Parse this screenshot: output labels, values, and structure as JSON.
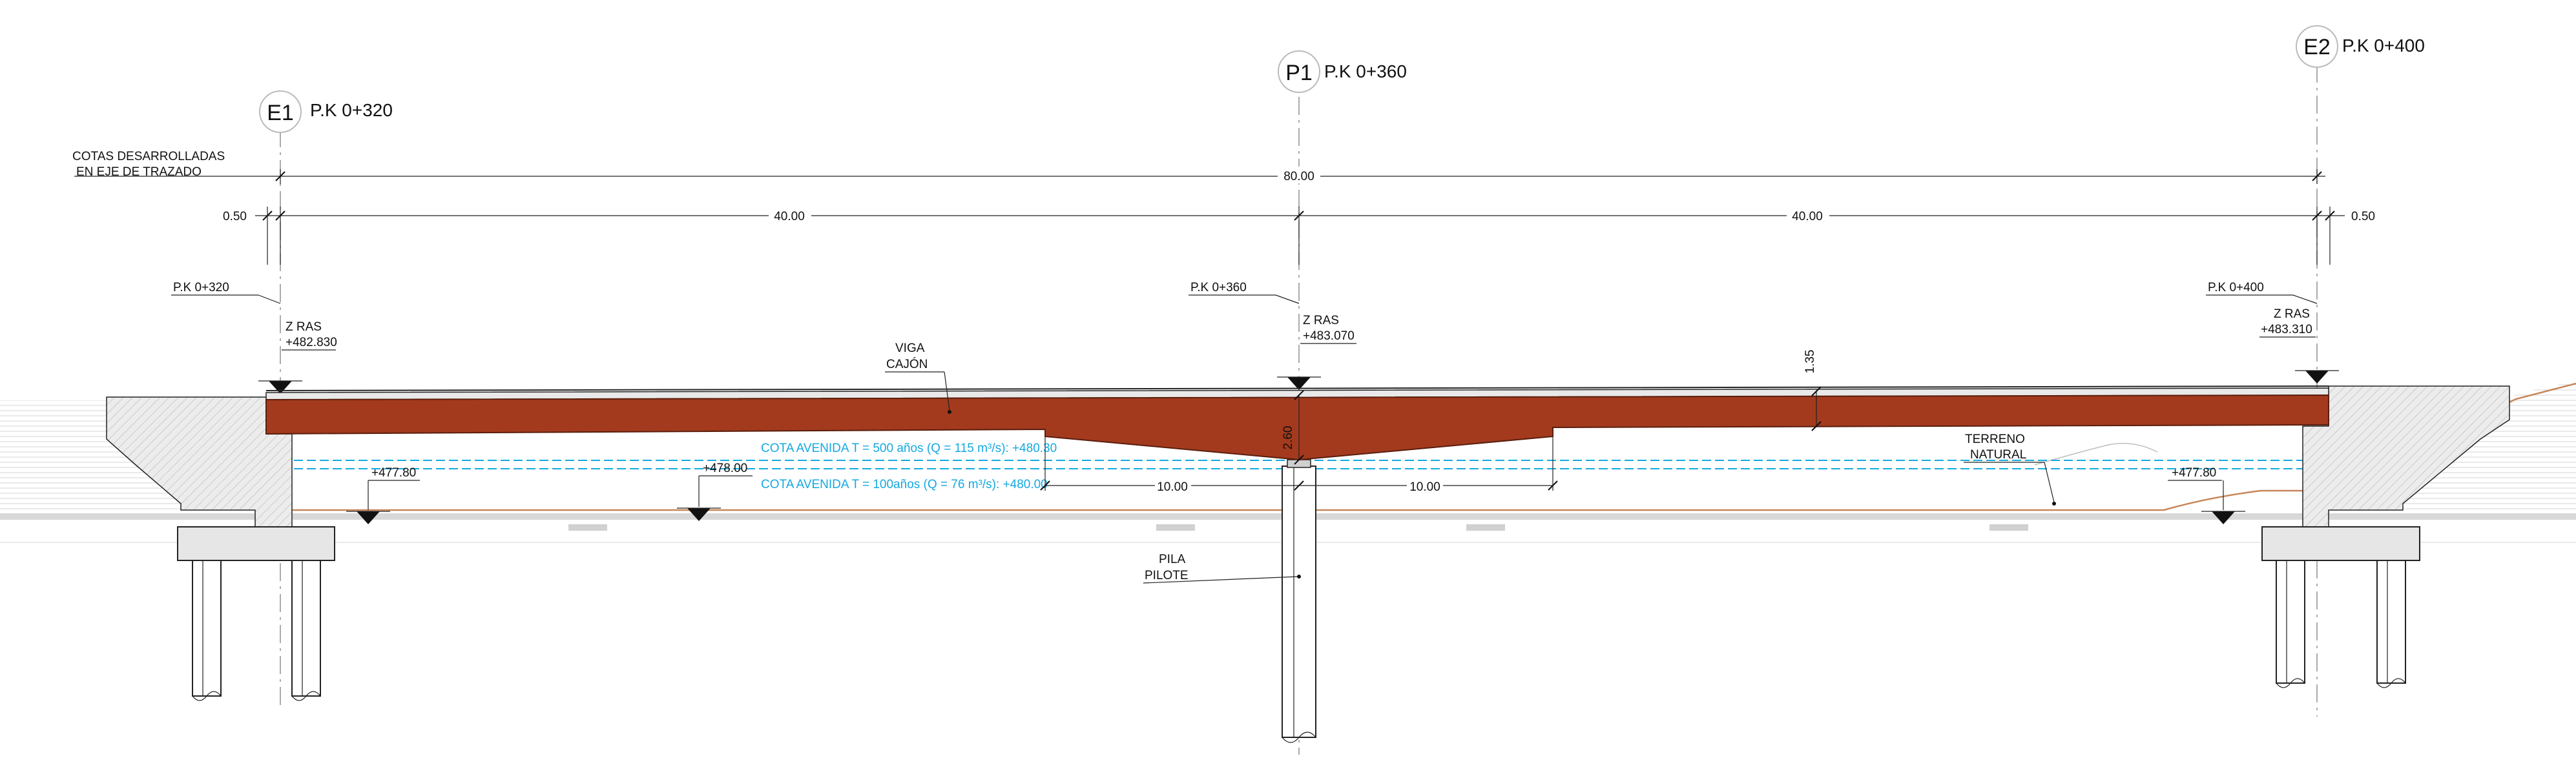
{
  "axes": [
    {
      "id": "E1",
      "pk": "P.K 0+320"
    },
    {
      "id": "P1",
      "pk": "P.K 0+360"
    },
    {
      "id": "E2",
      "pk": "P.K 0+400"
    }
  ],
  "dimension_title": [
    "COTAS DESARROLLADAS",
    "EN EJE DE TRAZADO"
  ],
  "dimensions": {
    "total": "80.00",
    "span_left": "40.00",
    "span_right": "40.00",
    "edge_left": "0.50",
    "edge_right": "0.50",
    "haunch_left": "10.00",
    "haunch_right": "10.00",
    "depth_max": "2.60",
    "depth_min": "1.35"
  },
  "pk_markers": [
    "P.K 0+320",
    "P.K 0+360",
    "P.K 0+400"
  ],
  "zras": [
    {
      "label": "Z RAS",
      "value": "+482.830"
    },
    {
      "label": "Z RAS",
      "value": "+483.070"
    },
    {
      "label": "Z RAS",
      "value": "+483.310"
    }
  ],
  "beam_label": [
    "VIGA",
    "CAJÓN"
  ],
  "terrain_label": [
    "TERRENO",
    "NATURAL"
  ],
  "pile_label": [
    "PILA",
    "PILOTE"
  ],
  "flood_levels": [
    "COTA AVENIDA T = 500 años (Q = 115 m³/s): +480.30",
    "COTA AVENIDA T = 100años (Q = 76 m³/s): +480.00"
  ],
  "ground_levels": [
    "+477.80",
    "+478.00",
    "+477.80"
  ],
  "colors": {
    "beam": "#a33a1e",
    "flood": "#14a9e0",
    "terrain": "#c7865a",
    "concrete": "#dcdcdc"
  }
}
